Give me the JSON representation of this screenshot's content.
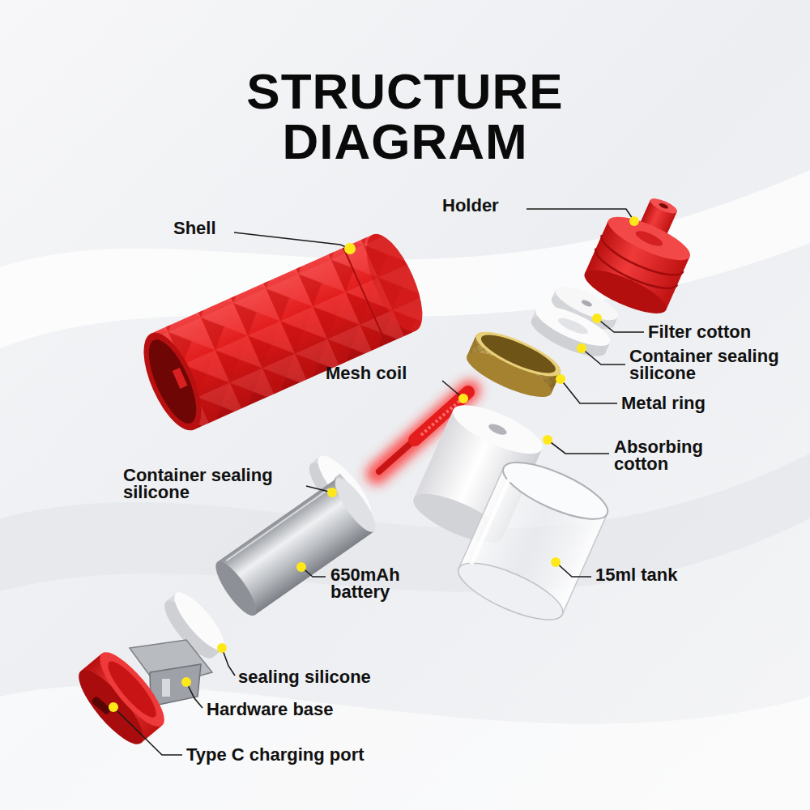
{
  "diagram": {
    "title": "STRUCTURE DIAGRAM",
    "labels": [
      "Holder",
      "Shell",
      "Filter cotton",
      "Container sealing silicone",
      "Mesh coil",
      "Metal ring",
      "Absorbing cotton",
      "Container sealing silicone",
      "650mAh battery",
      "15ml tank",
      "sealing silicone",
      "Hardware base",
      "Type C charging port"
    ]
  }
}
